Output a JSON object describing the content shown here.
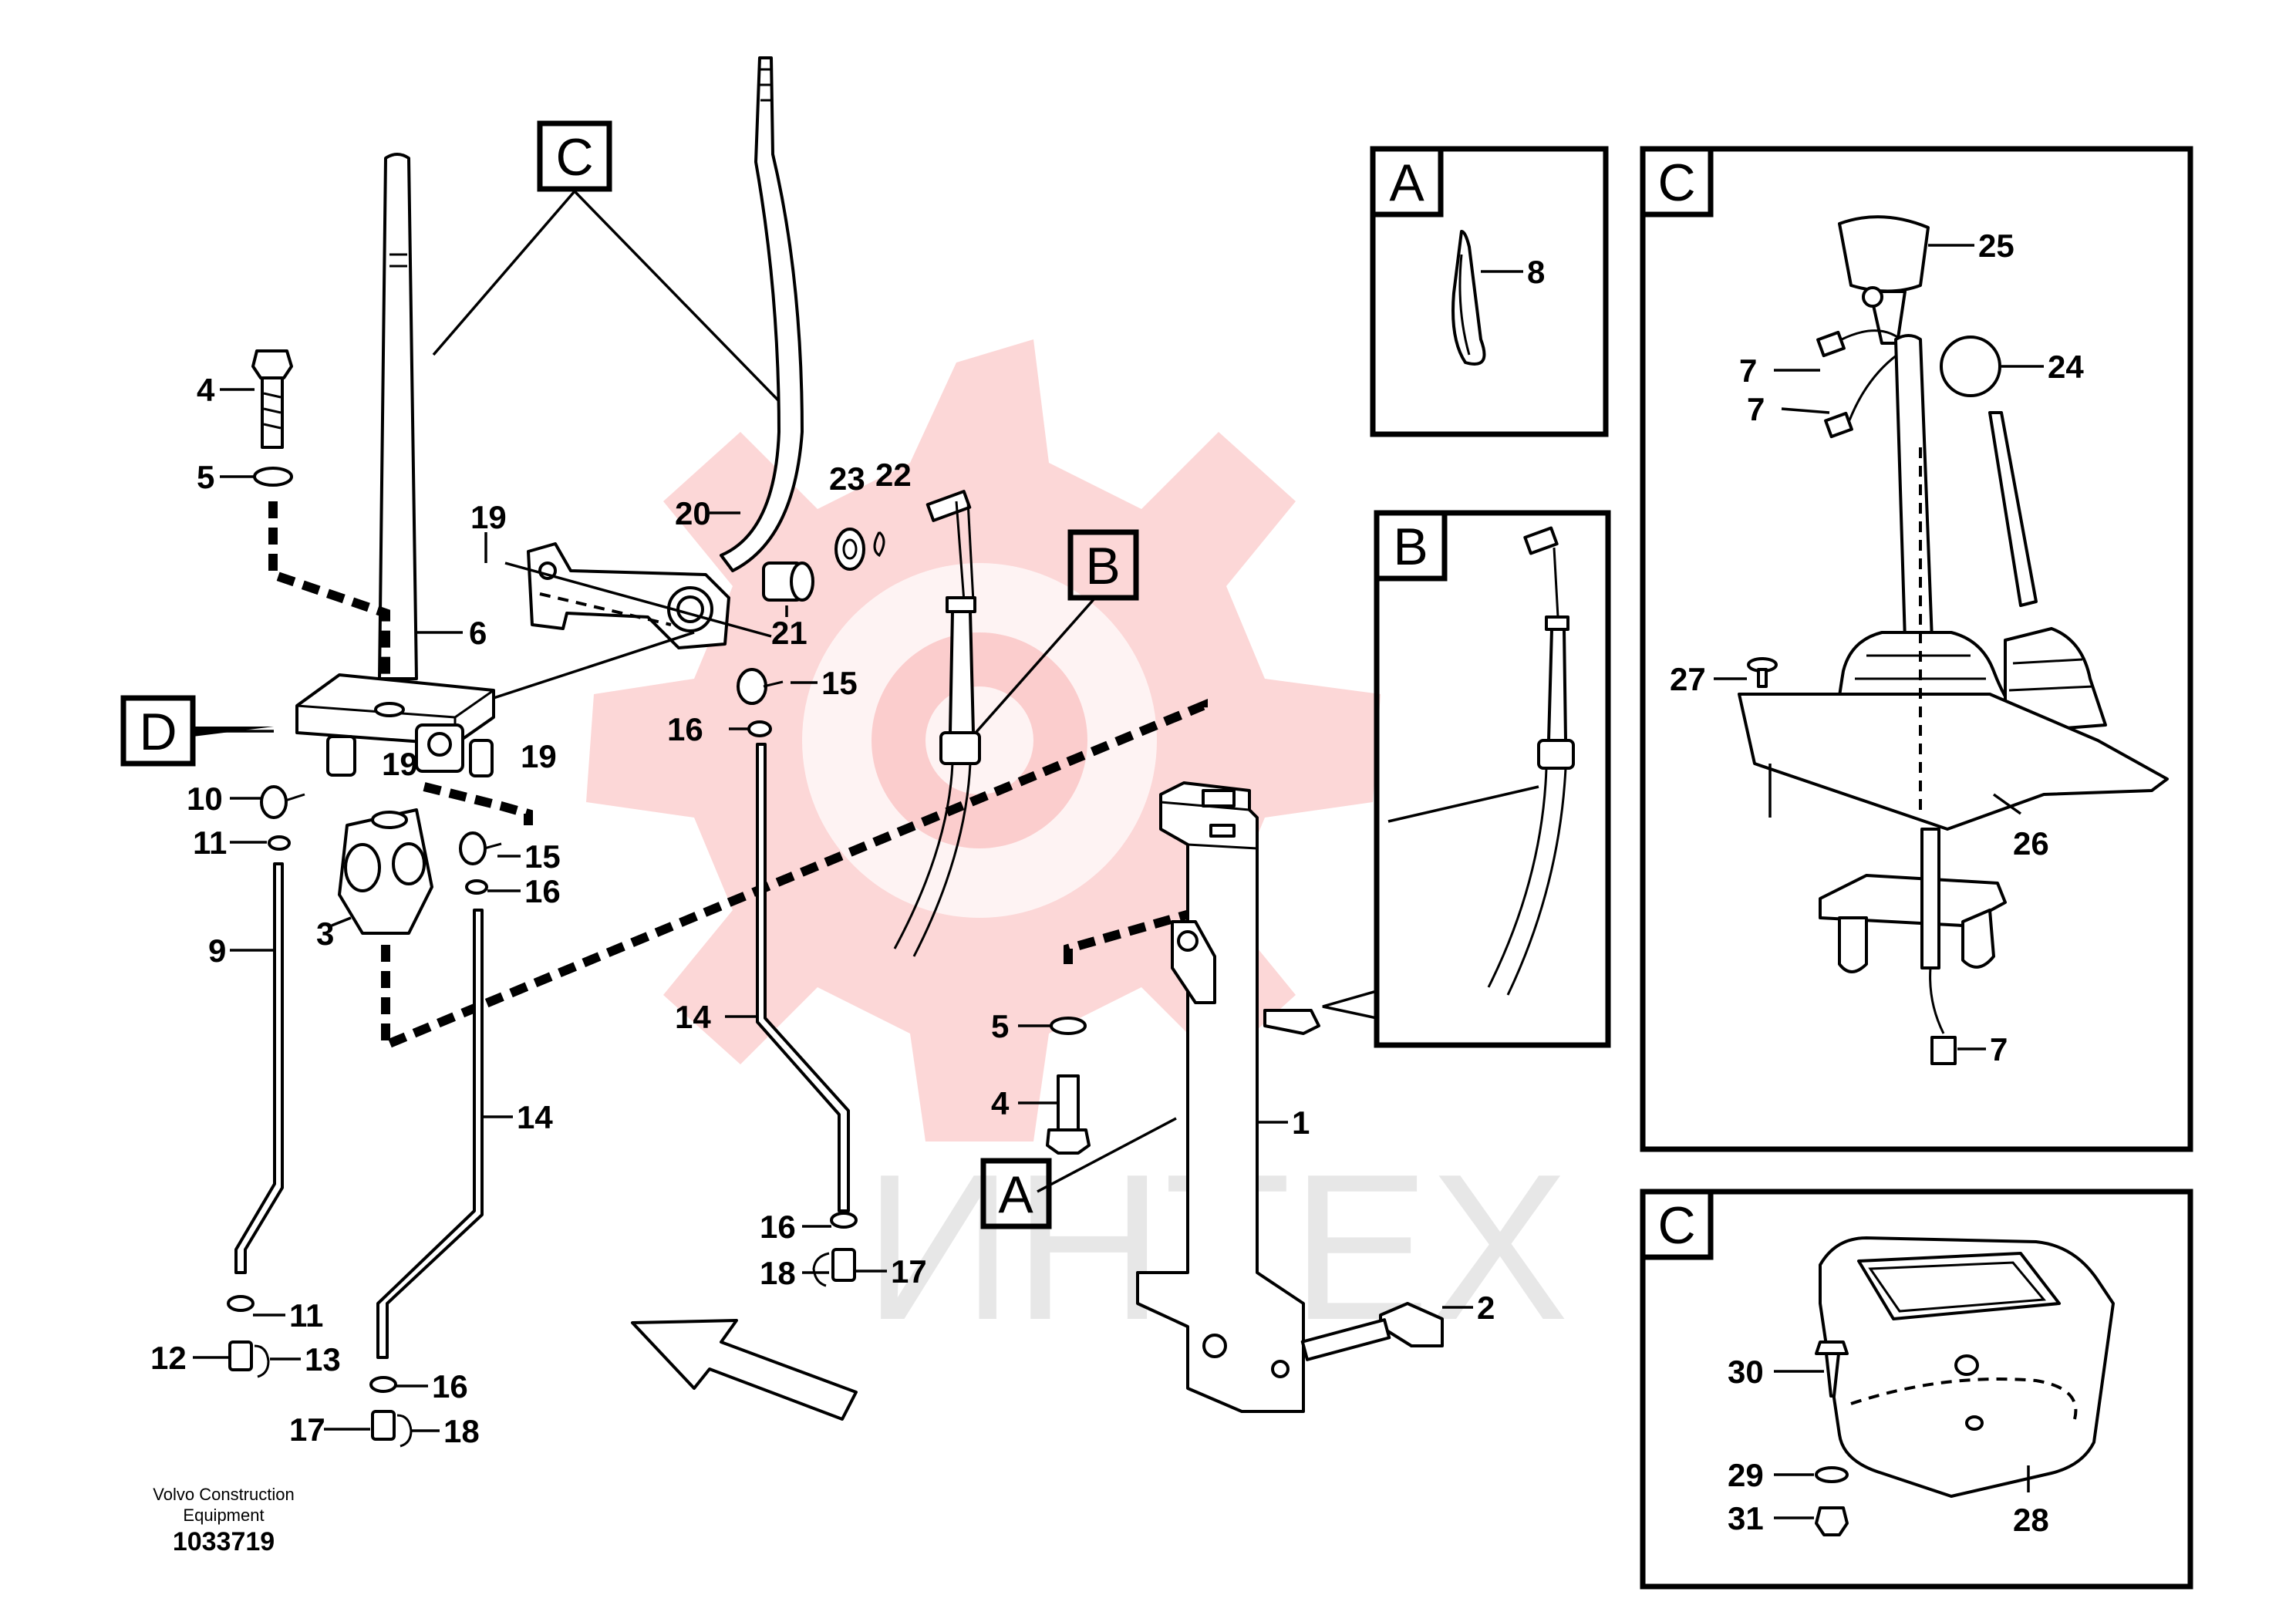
{
  "watermark": {
    "text": "ИНТЕХ",
    "color": "#f04848"
  },
  "footer": {
    "line1": "Volvo Construction",
    "line2": "Equipment",
    "number": "1033719"
  },
  "boxes": {
    "main_c": "C",
    "main_d": "D",
    "main_b": "B",
    "main_a": "A",
    "inset_a": "A",
    "inset_b": "B",
    "inset_c1": "C",
    "inset_c2": "C"
  },
  "callouts": [
    "4",
    "5",
    "19",
    "6",
    "19",
    "19",
    "10",
    "11",
    "9",
    "3",
    "11",
    "12",
    "13",
    "16",
    "17",
    "18",
    "15",
    "16",
    "14",
    "20",
    "21",
    "23",
    "22",
    "15",
    "16",
    "14",
    "16",
    "18",
    "17",
    "5",
    "4",
    "1",
    "2",
    "8",
    "25",
    "24",
    "7",
    "7",
    "27",
    "26",
    "7",
    "30",
    "29",
    "31",
    "28"
  ]
}
